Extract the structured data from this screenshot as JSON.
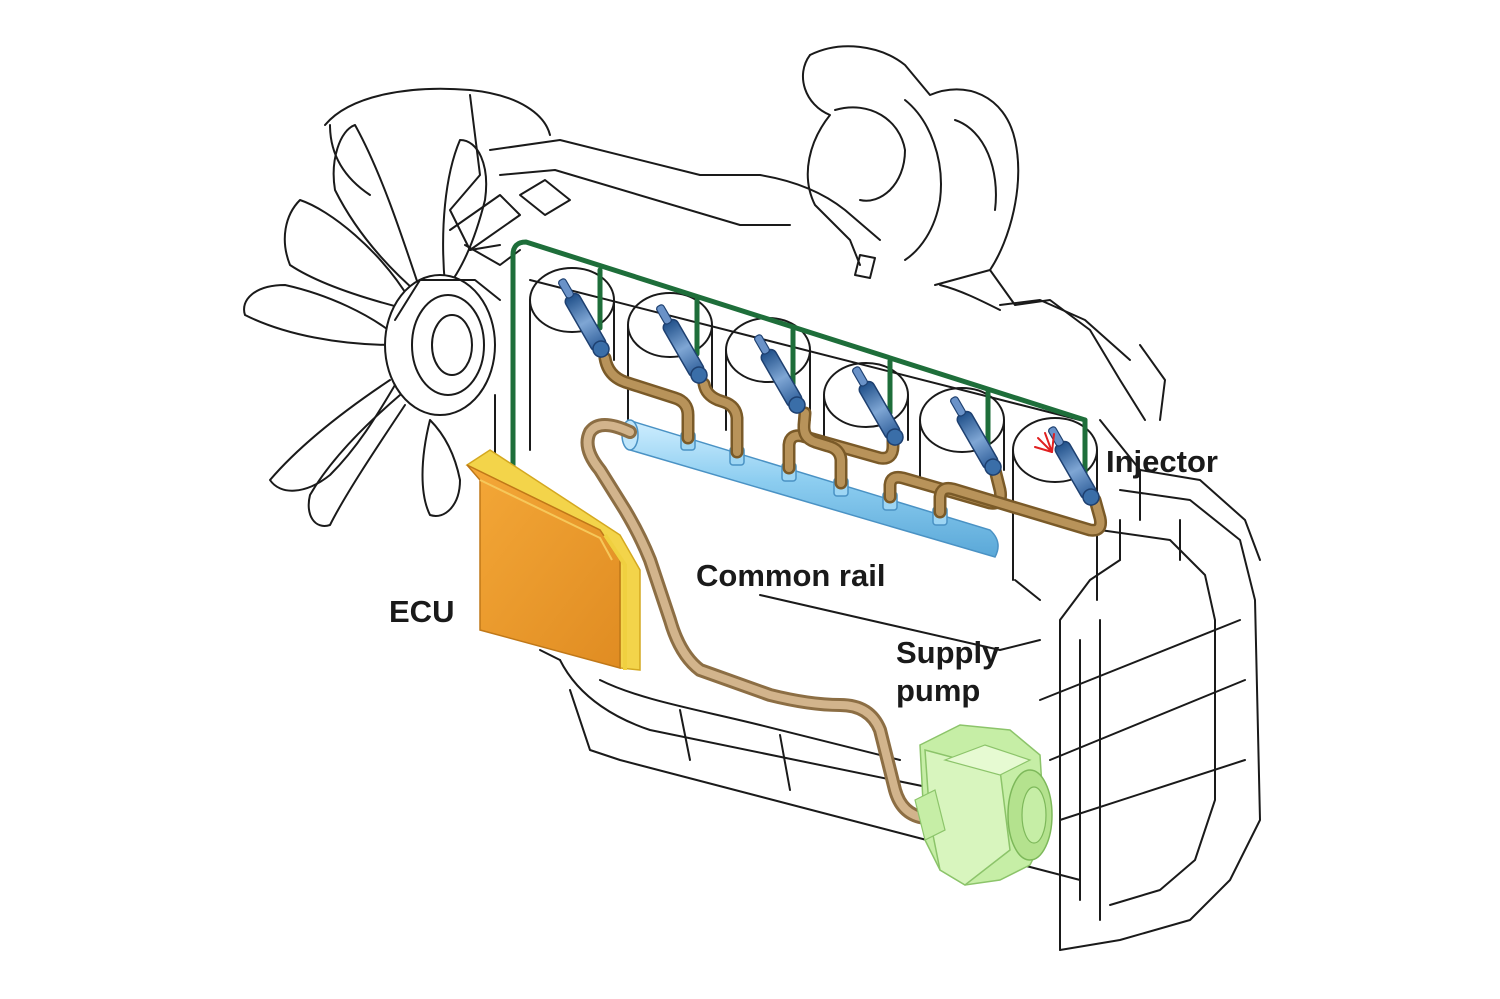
{
  "labels": {
    "injector": "Injector",
    "common_rail": "Common rail",
    "ecu": "ECU",
    "supply_pump_line1": "Supply",
    "supply_pump_line2": "pump"
  },
  "colors": {
    "wiring": "#1e6e3a",
    "fuel_pipe": "#8b6a3a",
    "common_rail": "#8ccdf0",
    "ecu": "#e8962e",
    "ecu_edge": "#f0d040",
    "supply_pump": "#c6eea6",
    "injector": "#3a6ea8",
    "spray": "#e02020",
    "engine_outline": "#1a1a1a"
  }
}
